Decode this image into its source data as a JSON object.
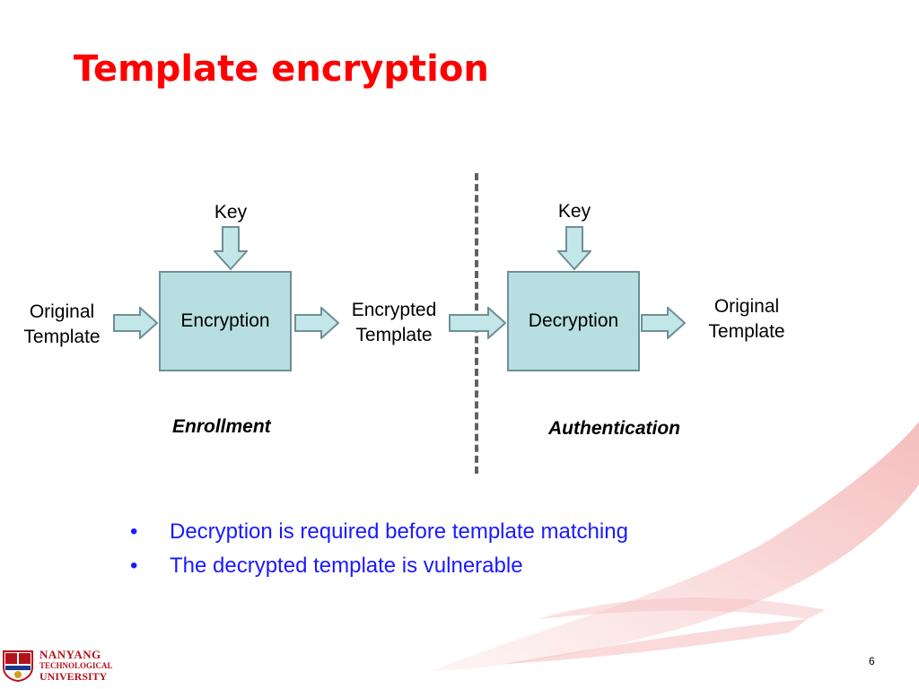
{
  "slide": {
    "title": "Template encryption",
    "page_number": "6"
  },
  "diagram": {
    "enrollment": {
      "input_line1": "Original",
      "input_line2": "Template",
      "key": "Key",
      "process": "Encryption",
      "output_line1": "Encrypted",
      "output_line2": "Template",
      "phase": "Enrollment"
    },
    "authentication": {
      "key": "Key",
      "process": "Decryption",
      "output_line1": "Original",
      "output_line2": "Template",
      "phase": "Authentication"
    },
    "colors": {
      "box_fill": "#b7dfe1",
      "arrow_fill": "#c3e6e8",
      "title": "#ff0000",
      "bullet_text": "#1a1aff"
    }
  },
  "bullets": [
    "Decryption is required before template matching",
    "The decrypted template is vulnerable"
  ],
  "logo": {
    "line1": "NANYANG",
    "line2": "TECHNOLOGICAL",
    "line3": "UNIVERSITY",
    "icon": "ntu-crest-icon"
  }
}
